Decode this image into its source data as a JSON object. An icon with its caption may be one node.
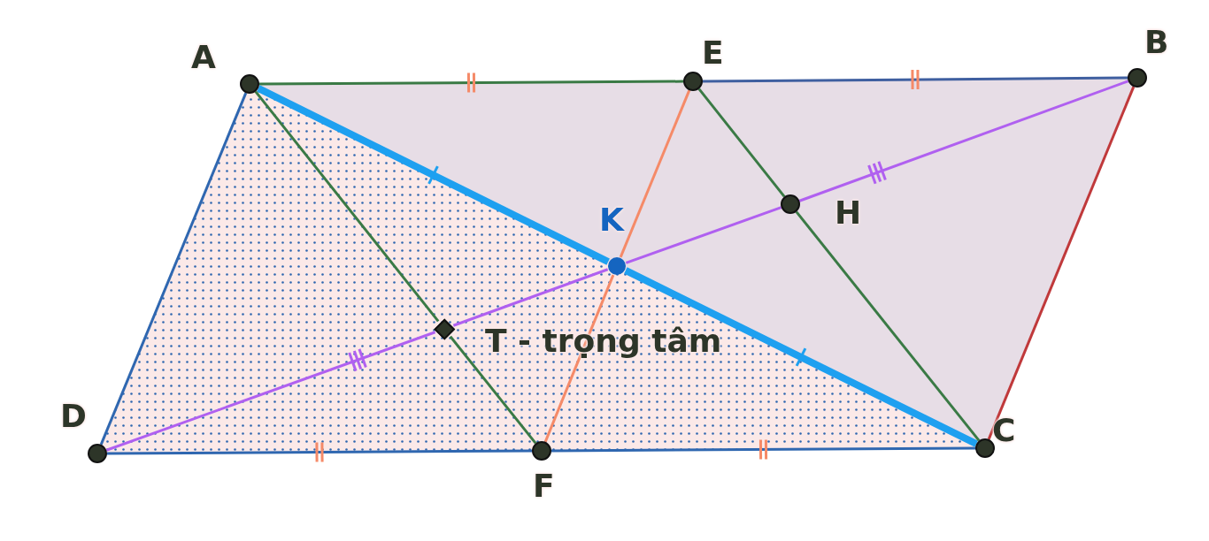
{
  "diagram": {
    "nodes": [
      {
        "text": [
          "A"
        ]
      },
      {
        "text": [
          "E"
        ]
      },
      {
        "text": [
          "B"
        ]
      },
      {
        "text": [
          "H"
        ]
      },
      {
        "text": [
          "K"
        ]
      },
      {
        "text": [
          "T - trọng tâm"
        ]
      },
      {
        "text": [
          "D"
        ]
      },
      {
        "text": [
          "F"
        ]
      },
      {
        "text": [
          "C"
        ]
      }
    ],
    "edges": [
      {
        "from": 0,
        "to": 1,
        "arrow": "none",
        "color": "#3a7a45"
      },
      {
        "from": 1,
        "to": 2,
        "arrow": "none",
        "color": "#3f5fa0"
      },
      {
        "from": 2,
        "to": 8,
        "arrow": "none",
        "color": "#c0393b"
      },
      {
        "from": 8,
        "to": 7,
        "arrow": "none",
        "color": "#2f67b0"
      },
      {
        "from": 7,
        "to": 6,
        "arrow": "none",
        "color": "#2f67b0"
      },
      {
        "from": 6,
        "to": 0,
        "arrow": "none",
        "color": "#2f67b0"
      },
      {
        "from": 0,
        "to": 4,
        "arrow": "none",
        "style": "thick",
        "color": "#1ea0f0"
      },
      {
        "from": 4,
        "to": 8,
        "arrow": "none",
        "style": "thick",
        "color": "#1ea0f0"
      },
      {
        "from": 6,
        "to": 5,
        "arrow": "none",
        "color": "#b060f0"
      },
      {
        "from": 5,
        "to": 4,
        "arrow": "none",
        "color": "#b060f0"
      },
      {
        "from": 4,
        "to": 3,
        "arrow": "none",
        "color": "#b060f0"
      },
      {
        "from": 3,
        "to": 2,
        "arrow": "none",
        "color": "#b060f0"
      },
      {
        "from": 0,
        "to": 5,
        "arrow": "none",
        "color": "#3a7a45"
      },
      {
        "from": 5,
        "to": 7,
        "arrow": "none",
        "color": "#3a7a45"
      },
      {
        "from": 1,
        "to": 3,
        "arrow": "none",
        "color": "#3a7a45"
      },
      {
        "from": 3,
        "to": 8,
        "arrow": "none",
        "color": "#3a7a45"
      },
      {
        "from": 1,
        "to": 4,
        "arrow": "none",
        "color": "#f58a68"
      },
      {
        "from": 4,
        "to": 7,
        "arrow": "none",
        "color": "#f58a68"
      }
    ]
  }
}
